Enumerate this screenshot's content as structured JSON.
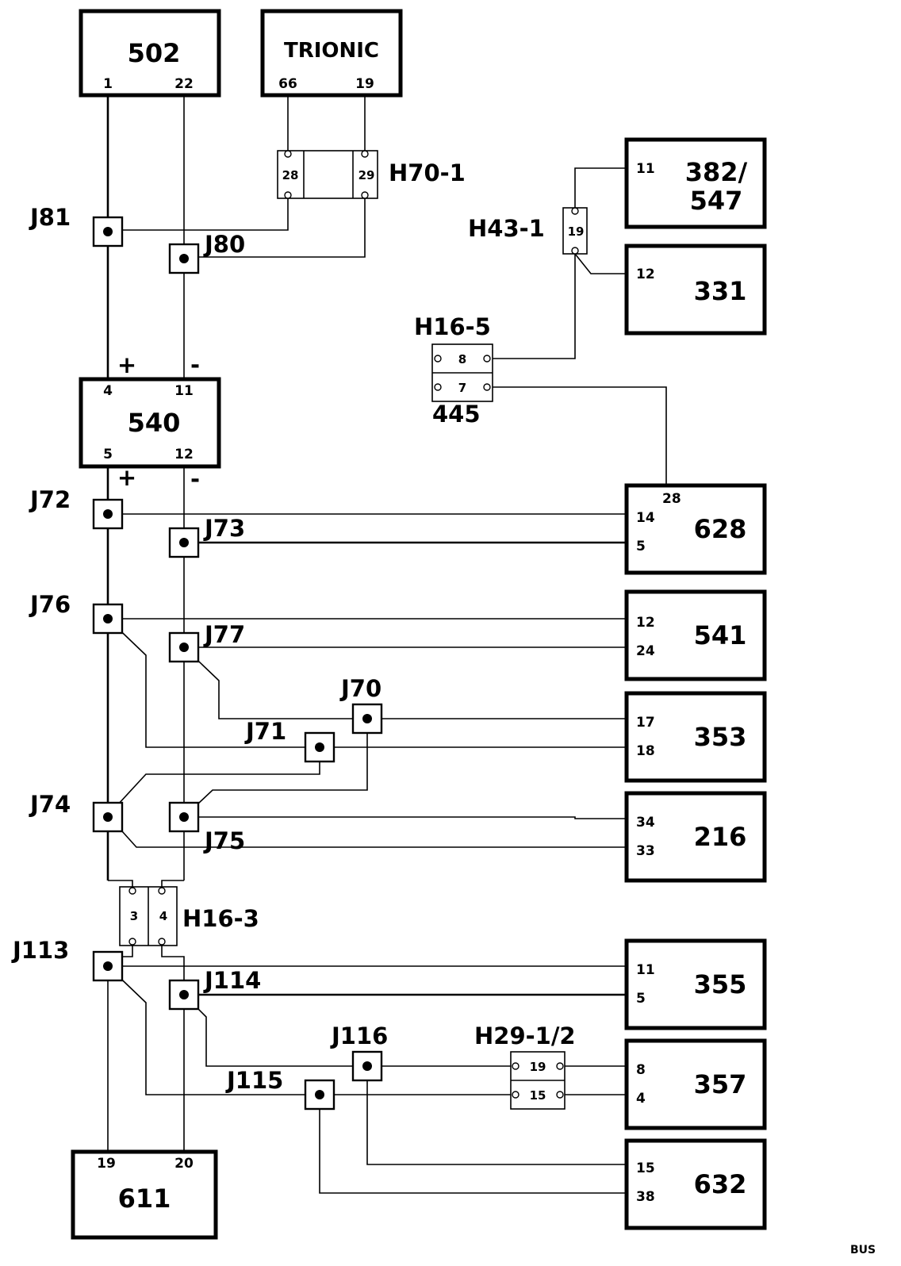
{
  "components": {
    "c502": {
      "name": "502",
      "pin_left": "1",
      "pin_right": "22"
    },
    "trionic": {
      "name": "TRIONIC",
      "pin_left": "66",
      "pin_right": "19"
    },
    "c382": {
      "name_line1": "382/",
      "name_line2": "547",
      "pin": "11"
    },
    "c331": {
      "name": "331",
      "pin": "12"
    },
    "c540": {
      "name": "540",
      "pin_top_left": "4",
      "pin_top_right": "11",
      "pin_bottom_left": "5",
      "pin_bottom_right": "12",
      "sign_top_plus": "+",
      "sign_top_minus": "-",
      "sign_bottom_plus": "+",
      "sign_bottom_minus": "-"
    },
    "c628": {
      "name": "628",
      "pin_a": "14",
      "pin_b": "5",
      "pin_top": "28"
    },
    "c541": {
      "name": "541",
      "pin_a": "12",
      "pin_b": "24"
    },
    "c353": {
      "name": "353",
      "pin_a": "17",
      "pin_b": "18"
    },
    "c216": {
      "name": "216",
      "pin_a": "34",
      "pin_b": "33"
    },
    "c355": {
      "name": "355",
      "pin_a": "11",
      "pin_b": "5"
    },
    "c357": {
      "name": "357",
      "pin_a": "8",
      "pin_b": "4"
    },
    "c632": {
      "name": "632",
      "pin_a": "15",
      "pin_b": "38"
    },
    "c611": {
      "name": "611",
      "pin_left": "19",
      "pin_right": "20"
    }
  },
  "connectors": {
    "h70": {
      "label": "H70-1",
      "pin_left": "28",
      "pin_right": "29"
    },
    "h43": {
      "label": "H43-1",
      "pin": "19"
    },
    "h16_5": {
      "label": "H16-5",
      "pin_top": "8",
      "pin_bottom": "7",
      "sublabel": "445"
    },
    "h16_3": {
      "label": "H16-3",
      "pin_left": "3",
      "pin_right": "4"
    },
    "h29": {
      "label": "H29-1/2",
      "pin_top": "19",
      "pin_bottom": "15"
    }
  },
  "junctions": {
    "j81": "J81",
    "j80": "J80",
    "j72": "J72",
    "j73": "J73",
    "j76": "J76",
    "j77": "J77",
    "j70": "J70",
    "j71": "J71",
    "j74": "J74",
    "j75": "J75",
    "j113": "J113",
    "j114": "J114",
    "j116": "J116",
    "j115": "J115"
  },
  "footer": {
    "code": "BUS"
  }
}
